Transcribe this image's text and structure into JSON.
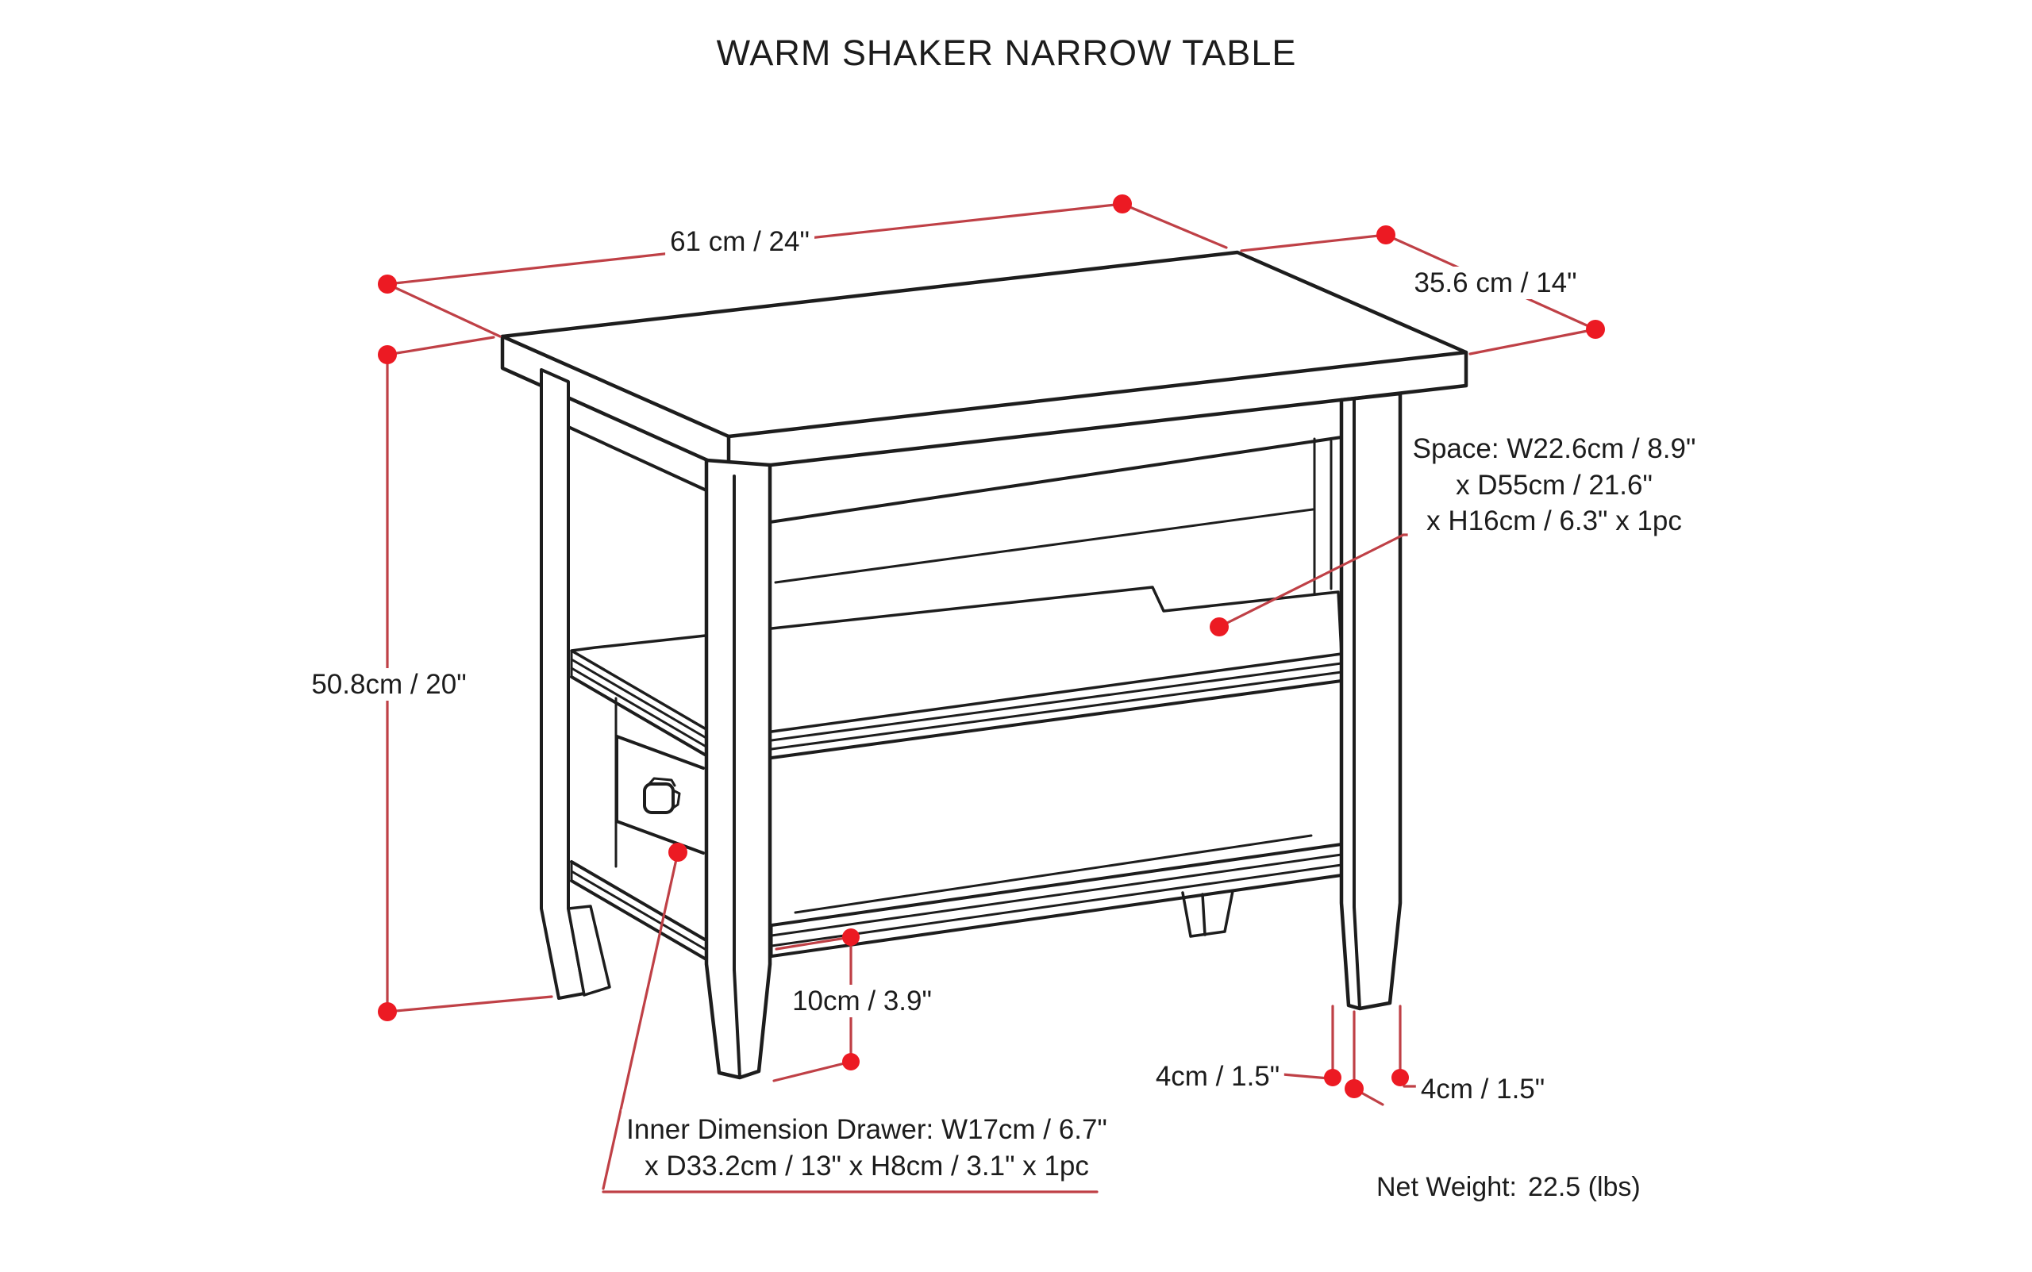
{
  "title": "WARM SHAKER NARROW TABLE",
  "dimensions": {
    "width": {
      "label": "61 cm / 24\""
    },
    "depth": {
      "label": "35.6 cm / 14\""
    },
    "height": {
      "label": "50.8cm / 20\""
    },
    "leg_bottom_height": {
      "label": "10cm / 3.9\""
    },
    "leg_width_left": {
      "label": "4cm / 1.5\""
    },
    "leg_width_right": {
      "label": "4cm / 1.5\""
    },
    "shelf_space": {
      "line1": "Space: W22.6cm / 8.9\"",
      "line2": "x D55cm / 21.6\"",
      "line3": "x H16cm / 6.3\" x 1pc"
    },
    "drawer": {
      "line1": "Inner Dimension Drawer: W17cm / 6.7\"",
      "line2": "x D33.2cm / 13\" x H8cm / 3.1\" x 1pc"
    }
  },
  "net_weight": {
    "label": "Net Weight:",
    "value": "22.5 (lbs)"
  },
  "colors": {
    "drawing_line": "#1d1d1d",
    "dimension_line": "#bf4046",
    "dimension_dot": "#ec1a23",
    "background": "#ffffff",
    "text": "#1c1c1c"
  }
}
